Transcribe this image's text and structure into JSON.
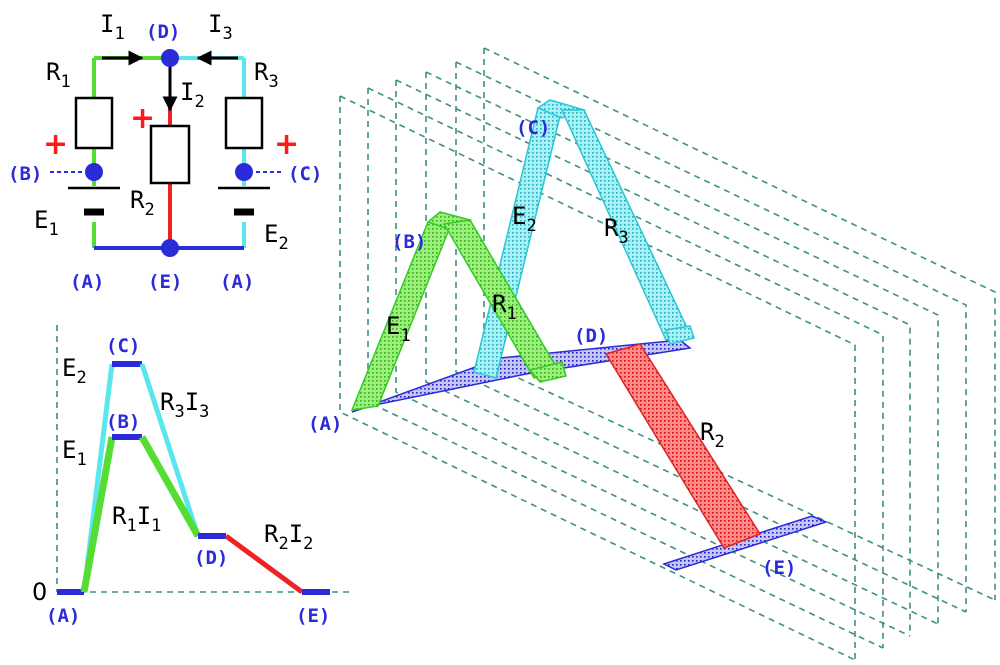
{
  "colors": {
    "green": "#55dd33",
    "cyan": "#5ae6ee",
    "red": "#ee2222",
    "blue": "#2b2bd9",
    "black": "#000000",
    "grid": "#3f8f86"
  },
  "circuit": {
    "currents": {
      "I1": {
        "main": "I",
        "sub": "1"
      },
      "I2": {
        "main": "I",
        "sub": "2"
      },
      "I3": {
        "main": "I",
        "sub": "3"
      }
    },
    "resistors": {
      "R1": {
        "main": "R",
        "sub": "1"
      },
      "R2": {
        "main": "R",
        "sub": "2"
      },
      "R3": {
        "main": "R",
        "sub": "3"
      }
    },
    "sources": {
      "E1": {
        "main": "E",
        "sub": "1"
      },
      "E2": {
        "main": "E",
        "sub": "2"
      }
    },
    "nodes": {
      "A_left": "(A)",
      "E": "(E)",
      "A_right": "(A)",
      "B": "(B)",
      "C": "(C)",
      "D": "(D)"
    },
    "plus_sign": "+"
  },
  "potential_graph": {
    "zero_label": "0",
    "nodes": {
      "A": "(A)",
      "B": "(B)",
      "C": "(C)",
      "D": "(D)",
      "E": "(E)"
    },
    "labels": {
      "E2": {
        "main": "E",
        "sub": "2"
      },
      "E1": {
        "main": "E",
        "sub": "1"
      },
      "R3I3": {
        "r": "R",
        "rs": "3",
        "i": "I",
        "is": "3"
      },
      "R1I1": {
        "r": "R",
        "rs": "1",
        "i": "I",
        "is": "1"
      },
      "R2I2": {
        "r": "R",
        "rs": "2",
        "i": "I",
        "is": "2"
      }
    }
  },
  "view3d": {
    "nodes": {
      "A": "(A)",
      "B": "(B)",
      "C": "(C)",
      "D": "(D)",
      "E": "(E)"
    },
    "labels": {
      "E1": {
        "main": "E",
        "sub": "1"
      },
      "E2": {
        "main": "E",
        "sub": "2"
      },
      "R1": {
        "main": "R",
        "sub": "1"
      },
      "R2": {
        "main": "R",
        "sub": "2"
      },
      "R3": {
        "main": "R",
        "sub": "3"
      }
    }
  }
}
